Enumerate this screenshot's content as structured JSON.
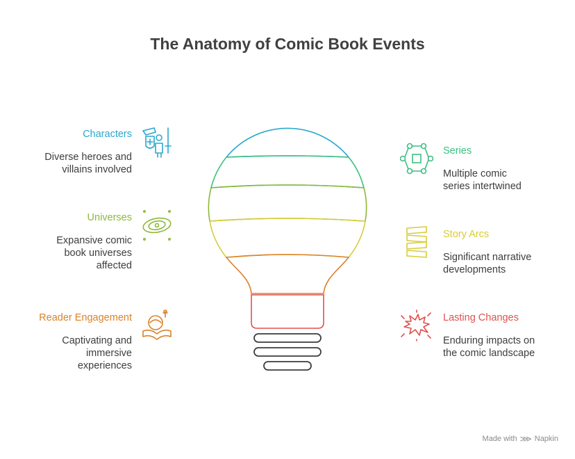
{
  "title": "The Anatomy of Comic Book Events",
  "colors": {
    "characters": "#2aa7cf",
    "series": "#3cbf82",
    "universes": "#8db83a",
    "story_arcs": "#d8cc3a",
    "reader_engagement": "#d9822b",
    "lasting_changes": "#e0514e",
    "bulb_base": "#3c3c3c"
  },
  "items": {
    "characters": {
      "title": "Characters",
      "desc": "Diverse heroes and\nvillains involved",
      "icon": "hero-villain-icon"
    },
    "universes": {
      "title": "Universes",
      "desc": "Expansive comic\nbook universes\naffected",
      "icon": "galaxy-icon"
    },
    "reader_engagement": {
      "title": "Reader Engagement",
      "desc": "Captivating and\nimmersive\nexperiences",
      "icon": "reader-book-icon"
    },
    "series": {
      "title": "Series",
      "desc": "Multiple comic\nseries intertwined",
      "icon": "network-nodes-icon"
    },
    "story_arcs": {
      "title": "Story Arcs",
      "desc": "Significant narrative\ndevelopments",
      "icon": "arc-stack-icon"
    },
    "lasting_changes": {
      "title": "Lasting Changes",
      "desc": "Enduring impacts on\nthe comic landscape",
      "icon": "explosion-icon"
    }
  },
  "footer": {
    "made_with": "Made with",
    "brand": "Napkin"
  }
}
